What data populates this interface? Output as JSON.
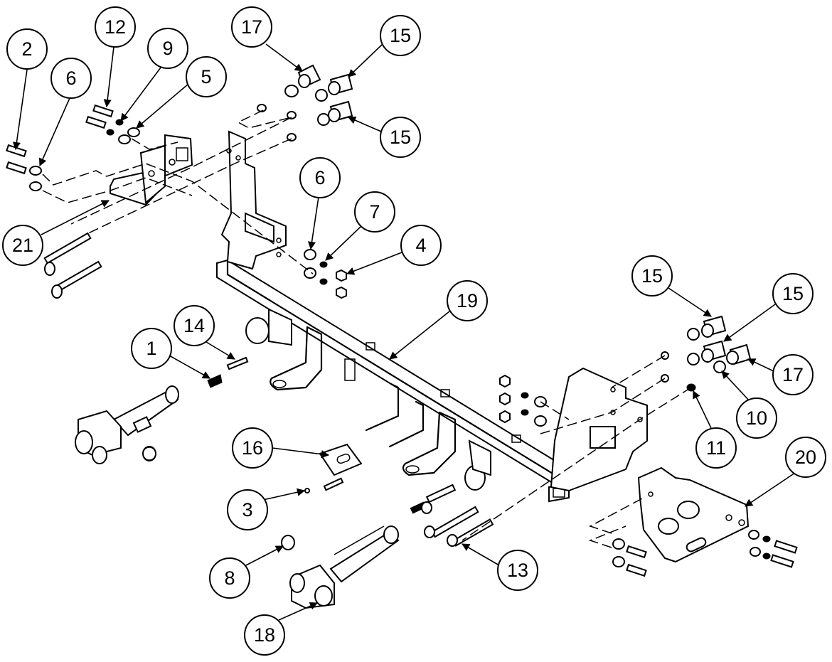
{
  "balloons": {
    "b1": "1",
    "b2": "2",
    "b3": "3",
    "b4": "4",
    "b5": "5",
    "b6a": "6",
    "b6b": "6",
    "b7": "7",
    "b8": "8",
    "b9": "9",
    "b10": "10",
    "b11": "11",
    "b12": "12",
    "b13": "13",
    "b14": "14",
    "b15a": "15",
    "b15b": "15",
    "b15c": "15",
    "b15d": "15",
    "b16": "16",
    "b17a": "17",
    "b17b": "17",
    "b18": "18",
    "b19": "19",
    "b20": "20",
    "b21": "21"
  }
}
